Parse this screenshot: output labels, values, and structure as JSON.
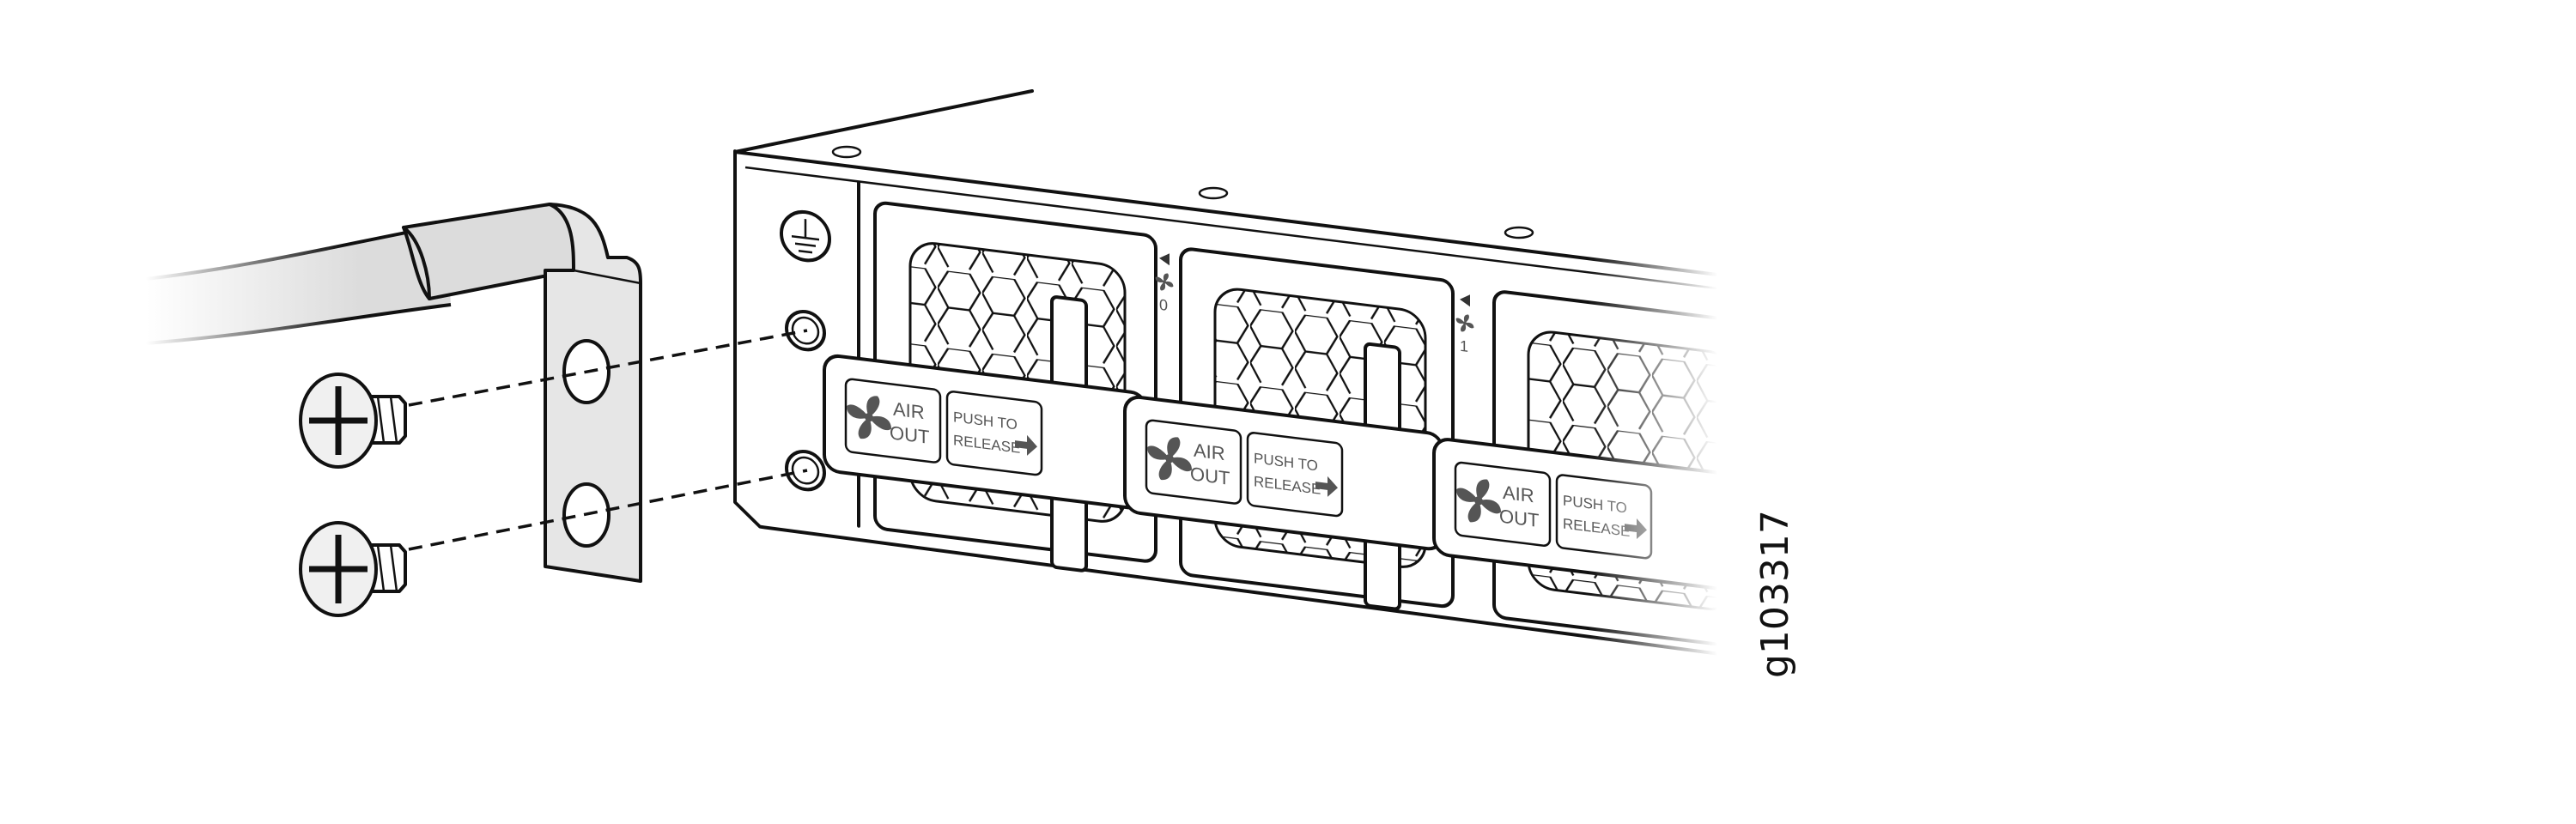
{
  "figure": {
    "figure_id": "g103317",
    "colors": {
      "line": "#111111",
      "label_text": "#555555",
      "cable": "#dcdcdc"
    }
  },
  "fan_modules": [
    {
      "slot": "0",
      "air_label": [
        "AIR",
        "OUT"
      ],
      "release_label": [
        "PUSH TO",
        "RELEASE"
      ]
    },
    {
      "slot": "1",
      "air_label": [
        "AIR",
        "OUT"
      ],
      "release_label": [
        "PUSH TO",
        "RELEASE"
      ]
    },
    {
      "slot": "",
      "air_label": [
        "AIR",
        "OUT"
      ],
      "release_label": [
        "PUSH TO",
        "RELEASE"
      ]
    }
  ],
  "icons": [
    "ground-symbol-icon",
    "fan-icon",
    "arrow-right-icon",
    "slot-arrow-icon"
  ]
}
